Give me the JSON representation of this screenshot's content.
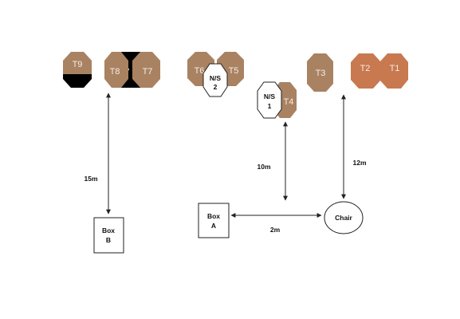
{
  "colors": {
    "target": "#a98262",
    "target_highlight": "#c8794f",
    "black": "#000000",
    "outline": "#222222"
  },
  "targets": {
    "t9": "T9",
    "t8": "T8",
    "t7": "T7",
    "t6": "T6",
    "t5": "T5",
    "t4": "T4",
    "t3": "T3",
    "t2": "T2",
    "t1": "T1"
  },
  "no_shoots": {
    "ns2": {
      "line1": "N/S",
      "line2": "2"
    },
    "ns1": {
      "line1": "N/S",
      "line2": "1"
    }
  },
  "positions": {
    "box_b": {
      "line1": "Box",
      "line2": "B"
    },
    "box_a": {
      "line1": "Box",
      "line2": "A"
    },
    "chair": "Chair"
  },
  "distances": {
    "box_b_to_t8": "15m",
    "box_a_to_t4": "10m",
    "box_a_to_chair": "2m",
    "chair_to_t3": "12m"
  }
}
